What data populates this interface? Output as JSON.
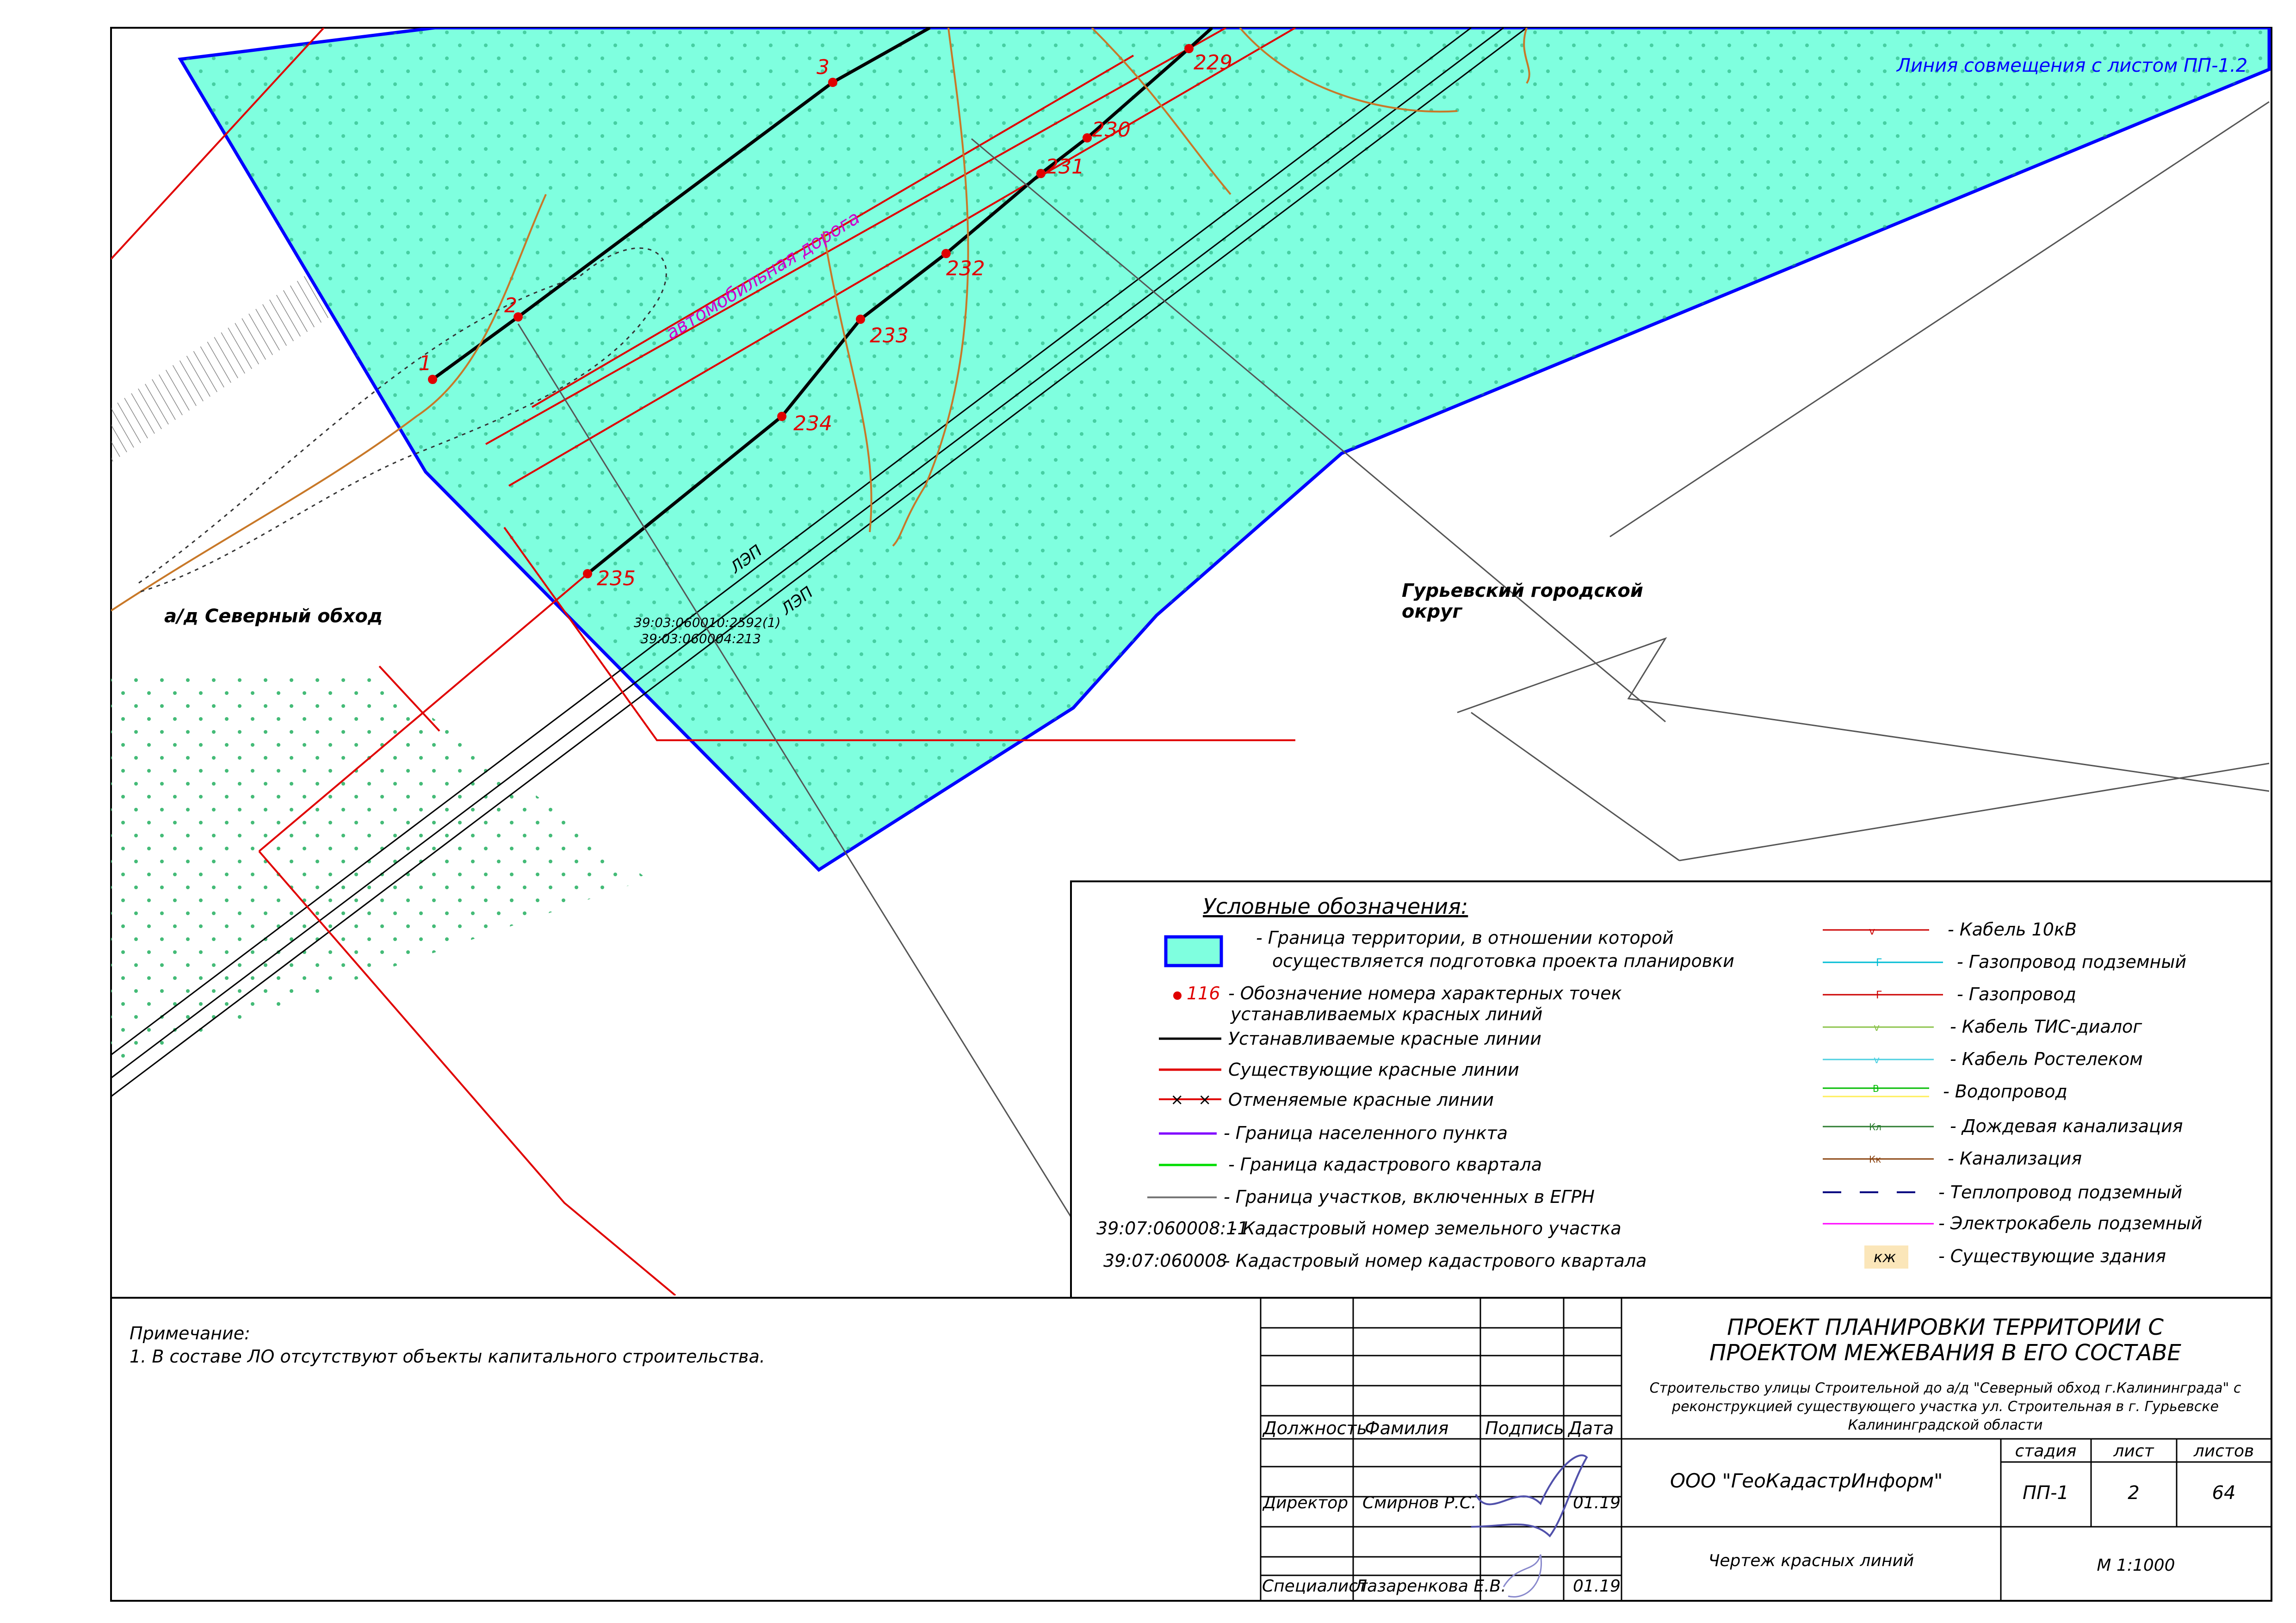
{
  "colors": {
    "territory_fill": "#7fffdf",
    "territory_border": "#0000ff",
    "red_line_new": "#000000",
    "red_line_existing": "#e00000",
    "point_number": "#e00000",
    "settlement_border": "#8000ff",
    "quarter_border": "#00dd00",
    "parcel_border": "#777777",
    "contour": "#c87828",
    "label_magenta": "#cc00cc",
    "building_fill": "#fbe6b9"
  },
  "map": {
    "points": [
      {
        "num": "3"
      },
      {
        "num": "229"
      },
      {
        "num": "230"
      },
      {
        "num": "231"
      },
      {
        "num": "2"
      },
      {
        "num": "1"
      },
      {
        "num": "232"
      },
      {
        "num": "233"
      },
      {
        "num": "234"
      },
      {
        "num": "235"
      }
    ],
    "road_label": "автомобильная дорога",
    "highway_label": "а/д Северный обход",
    "district_label_line1": "Гурьевский городской",
    "district_label_line2": "округ",
    "powerline_label": "ЛЭП",
    "cadastral_label_1": "39:03:060010:2592(1)",
    "cadastral_label_2": "39:03:060004:213",
    "junction_label": "Линия совмещения с листом ПП-1.2"
  },
  "legend": {
    "title": "Условные обозначения:",
    "territory_line1": "- Граница территории, в отношении которой",
    "territory_line2": "осуществляется подготовка проекта планировки",
    "point_example": "116",
    "point_line1": "- Обозначение номера характерных точек",
    "point_line2": "устанавливаемых красных линий",
    "new_red_lines": "Устанавливаемые красные линии",
    "existing_red_lines": "Существующие красные линии",
    "cancelled_red_lines": "Отменяемые красные линии",
    "settlement_border": "- Граница населенного пункта",
    "quarter_border": "- Граница кадастрового квартала",
    "parcel_border": "- Граница участков, включенных в ЕГРН",
    "parcel_number_example": "39:07:060008:11",
    "parcel_number_text": "- Кадастровый номер земельного участка",
    "quarter_number_example": "39:07:060008",
    "quarter_number_text": "- Кадастровый номер кадастрового квартала",
    "utilities": [
      {
        "text": "- Кабель 10кВ",
        "color": "#cc0000",
        "mark": "v"
      },
      {
        "text": "- Газопровод подземный",
        "color": "#00bcd4",
        "mark": "Г"
      },
      {
        "text": "- Газопровод",
        "color": "#cc0000",
        "mark": "Г"
      },
      {
        "text": "- Кабель ТИС-диалог",
        "color": "#8bc34a",
        "mark": "v"
      },
      {
        "text": "- Кабель Ростелеком",
        "color": "#4dd0e1",
        "mark": "v"
      },
      {
        "text": "- Водопровод",
        "color": "#00bb00",
        "mark": "В"
      },
      {
        "text": "- Дождевая канализация",
        "color": "#2e7d32",
        "mark": "Кл"
      },
      {
        "text": "- Канализация",
        "color": "#8b4513",
        "mark": "Кк"
      },
      {
        "text": "- Теплопровод подземный",
        "color": "#000080",
        "mark": ""
      },
      {
        "text": "- Электрокабель подземный",
        "color": "#ff00ff",
        "mark": ""
      }
    ],
    "building_mark": "кж",
    "building_text": "- Существующие здания"
  },
  "note": {
    "title": "Примечание:",
    "line1": "1. В составе ЛО отсутствуют объекты капитального строительства."
  },
  "stamp": {
    "title_line1": "ПРОЕКТ ПЛАНИРОВКИ ТЕРРИТОРИИ С",
    "title_line2": "ПРОЕКТОМ МЕЖЕВАНИЯ В ЕГО СОСТАВЕ",
    "subtitle_line1": "Строительство улицы Строительной до а/д \"Северный обход г.Калининграда\" с",
    "subtitle_line2": "реконструкцией существующего участка ул. Строительная в г. Гурьевске",
    "subtitle_line3": "Калининградской области",
    "company": "ООО \"ГеоКадастрИнформ\"",
    "h_position": "Должность",
    "h_surname": "Фамилия",
    "h_signature": "Подпись",
    "h_date": "Дата",
    "h_stage": "стадия",
    "h_sheet": "лист",
    "h_sheets": "листов",
    "stage": "ПП-1",
    "sheet": "2",
    "sheets": "64",
    "drawing_name": "Чертеж красных линий",
    "scale": "М 1:1000",
    "row1_position": "Директор",
    "row1_name": "Смирнов Р.С.",
    "row1_date": "01.19",
    "row2_position": "Специалист",
    "row2_name": "Лазаренкова Е.В.",
    "row2_date": "01.19"
  }
}
